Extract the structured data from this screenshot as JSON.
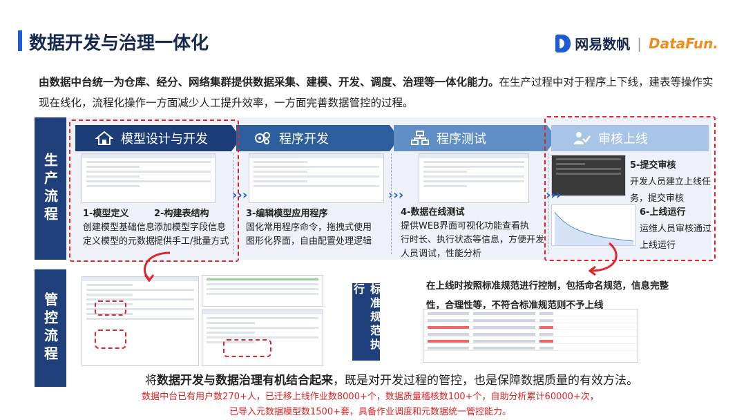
{
  "title": "数据开发与治理一体化",
  "brand": {
    "name": "网易数帆",
    "sep": "|",
    "partner": "DataFun."
  },
  "intro": {
    "bold": "由数据中台统一为仓库、经分、网络集群提供数据采集、建模、开发、调度、治理等一体化能力。",
    "rest": "在生产过程中对于程序上下线，建表等操作实现在线化，流程化操作一方面减少人工提升效率，一方面完善数据管控的过程。"
  },
  "side_labels": {
    "production": "生产流程",
    "governance": "管控流程"
  },
  "steps": [
    {
      "label": "模型设计与开发",
      "icon": "house-icon"
    },
    {
      "label": "程序开发",
      "icon": "gears-icon"
    },
    {
      "label": "程序测试",
      "icon": "flow-icon"
    },
    {
      "label": "审核上线",
      "icon": "approve-icon"
    }
  ],
  "blocks": {
    "b1_title": "1-模型定义",
    "b1_l1": "创建模型基础信息",
    "b1_l2": "定义模型的元数据",
    "b2_title": "2-构建表结构",
    "b2_l1": "添加模型字段信息",
    "b2_l2": "提供手工/批量方式",
    "b3_title": "3-编辑模型应用程序",
    "b3_l1": "固化常用程序命令，拖拽式使用",
    "b3_l2": "图形化界面，自由配置处理逻辑",
    "b4_title": "4-数据在线测试",
    "b4_l1": "提供WEB界面可视化功能查看执",
    "b4_l2": "行时长、执行状态等信息，方便开发",
    "b4_l3": "人员调试，性能分析",
    "b5_title": "5-提交审核",
    "b5_l1": "开发人员建立上线任",
    "b5_l2": "务，提交审核",
    "b6_title": "6-上线运行",
    "b6_l1": "运维人员审核通过",
    "b6_l2": "上线运行"
  },
  "norm": {
    "label": "标准规范执行",
    "text": "在上线时按照标准规范进行控制，包括命名规范，信息完整性，合理性等，不符合标准规范则不予上线"
  },
  "summary": {
    "pre": "将",
    "bold": "数据开发与数据治理有机结合起来",
    "post": "，既是对开发过程的管控，也是保障数据质量的有效方法。"
  },
  "note": {
    "l1": "数据中台已有用户数270+人，已迁移上线作业数8000+个，数据质量稽核数100+个，自助分析累计60000+次，",
    "l2": "已导入元数据模型数1500+套，具备作业调度和元数据统一管控能力。"
  },
  "colors": {
    "accent": "#1f5bd6",
    "navy": "#1e3f7a",
    "red": "#e0262a"
  }
}
